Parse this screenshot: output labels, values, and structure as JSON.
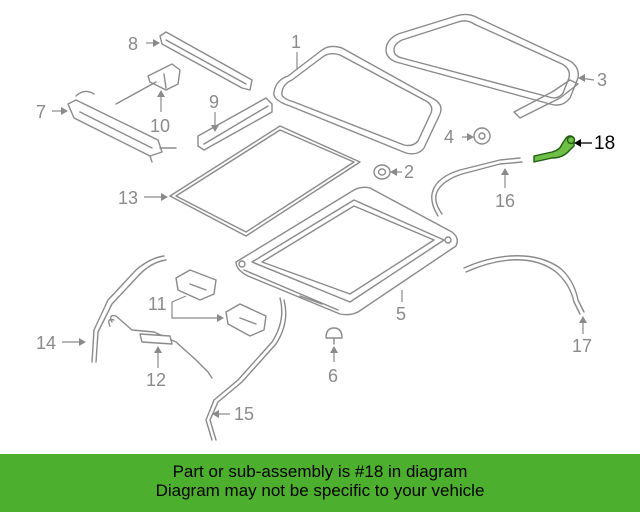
{
  "callouts": {
    "c1": "1",
    "c2": "2",
    "c3": "3",
    "c4": "4",
    "c5": "5",
    "c6": "6",
    "c7": "7",
    "c8": "8",
    "c9": "9",
    "c10": "10",
    "c11": "11",
    "c12": "12",
    "c13": "13",
    "c14": "14",
    "c15": "15",
    "c16": "16",
    "c17": "17",
    "c18": "18"
  },
  "highlight": {
    "callout": "18",
    "color": "#6fbe45"
  },
  "banner": {
    "line1": "Part or sub-assembly is #18 in diagram",
    "line2": "Diagram may not be specific to your vehicle",
    "background": "#4caf2e"
  }
}
